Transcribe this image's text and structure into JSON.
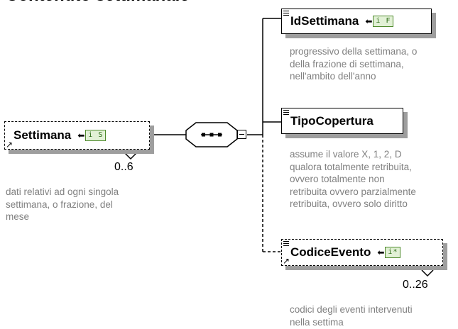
{
  "top_text": "Contenuto settimanale",
  "root": {
    "name": "Settimana",
    "badge": "i S",
    "occurrence": "0..6",
    "description": [
      "dati relativi ad ogni singola",
      "settimana, o frazione, del",
      "mese"
    ]
  },
  "children": [
    {
      "name": "IdSettimana",
      "badge": "i F",
      "description": [
        "progressivo della settimana, o",
        "della frazione di settimana,",
        "nell'ambito dell'anno"
      ]
    },
    {
      "name": "TipoCopertura",
      "description": [
        "assume il valore X, 1, 2, D",
        "qualora totalmente retribuita,",
        "ovvero totalmente non",
        "retribuita ovvero parzialmente",
        "retribuita, ovvero solo diritto"
      ]
    },
    {
      "name": "CodiceEvento",
      "badge": "i*",
      "occurrence": "0..26",
      "description": [
        "codici degli eventi intervenuti",
        "nella settima"
      ]
    }
  ]
}
